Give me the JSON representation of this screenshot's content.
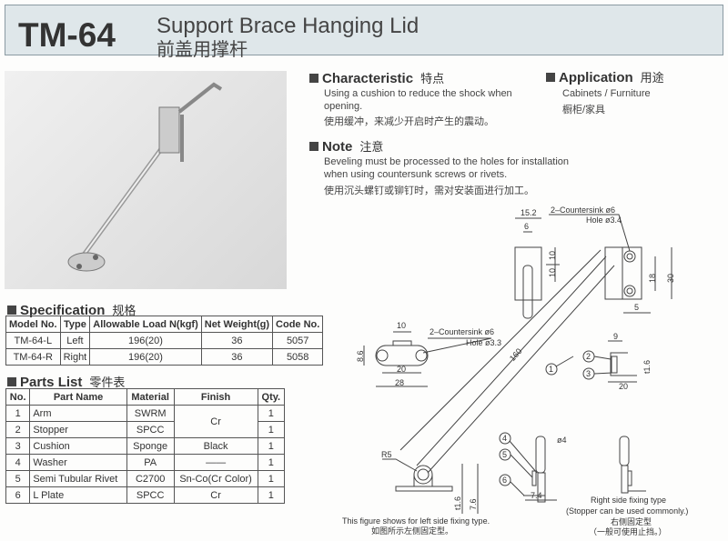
{
  "header": {
    "model": "TM-64",
    "title_en": "Support Brace Hanging Lid",
    "title_cn": "前盖用撑杆"
  },
  "spec": {
    "title": "Specification",
    "title_cn": "规格",
    "columns": [
      "Model No.",
      "Type",
      "Allowable Load N(kgf)",
      "Net Weight(g)",
      "Code No."
    ],
    "rows": [
      [
        "TM-64-L",
        "Left",
        "196(20)",
        "36",
        "5057"
      ],
      [
        "TM-64-R",
        "Right",
        "196(20)",
        "36",
        "5058"
      ]
    ]
  },
  "parts": {
    "title": "Parts List",
    "title_cn": "零件表",
    "columns": [
      "No.",
      "Part Name",
      "Material",
      "Finish",
      "Qty."
    ],
    "rows": [
      [
        "1",
        "Arm",
        "SWRM",
        "Cr",
        "1"
      ],
      [
        "2",
        "Stopper",
        "SPCC",
        "",
        "1"
      ],
      [
        "3",
        "Cushion",
        "Sponge",
        "Black",
        "1"
      ],
      [
        "4",
        "Washer",
        "PA",
        "——",
        "1"
      ],
      [
        "5",
        "Semi Tubular Rivet",
        "C2700",
        "Sn-Co(Cr Color)",
        "1"
      ],
      [
        "6",
        "L Plate",
        "SPCC",
        "Cr",
        "1"
      ]
    ]
  },
  "characteristic": {
    "title": "Characteristic",
    "title_cn": "特点",
    "en": "Using a cushion to reduce the shock when opening.",
    "cn": "使用缓冲，来减少开启时产生的震动。"
  },
  "application": {
    "title": "Application",
    "title_cn": "用途",
    "en": "Cabinets / Furniture",
    "cn": "橱柜/家具"
  },
  "note": {
    "title": "Note",
    "title_cn": "注意",
    "en": "Beveling must be processed to the holes for installation when using countersunk screws or rivets.",
    "cn": "使用沉头螺钉或铆钉时，需对安装面进行加工。"
  },
  "drawing": {
    "d15_2": "15.2",
    "d6": "6",
    "d10a": "10",
    "d10b": "10",
    "cs1": "2–Countersink ø6",
    "hole1": "Hole ø3.4",
    "d18": "18",
    "d30": "30",
    "d5": "5",
    "d10c": "10",
    "cs2": "2–Countersink ø6",
    "hole2": "Hole ø3.3",
    "d8_6": "8.6",
    "d20a": "20",
    "d28": "28",
    "d160": "160",
    "d9": "9",
    "d1_6a": "t1.6",
    "d20b": "20",
    "c1": "1",
    "c2": "2",
    "c3": "3",
    "c4": "4",
    "c5": "5",
    "c6": "6",
    "r5": "R5",
    "d1_6b": "t1.6",
    "d7_6": "7.6",
    "dphi4": "ø4",
    "d7_4": "7.4",
    "left_cap_en": "This figure shows for left side fixing type.",
    "left_cap_cn": "如图所示左侧固定型。",
    "right_cap_en": "Right side fixing type",
    "right_cap_en2": "(Stopper can be used commonly.)",
    "right_cap_cn": "右侧固定型",
    "right_cap_cn2": "（一般可使用止挡。）"
  }
}
